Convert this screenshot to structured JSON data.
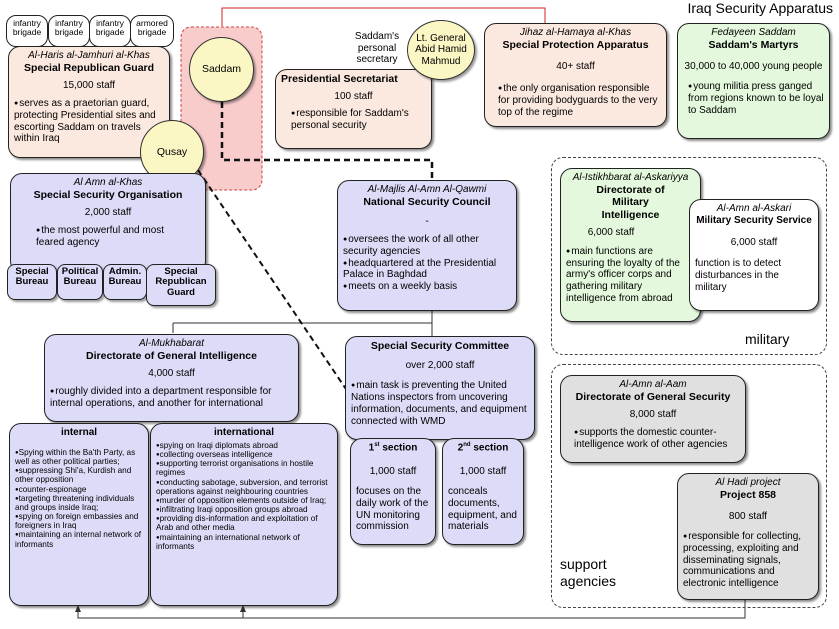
{
  "title": "Iraq Security Apparatus",
  "brigades": [
    "infantry brigade",
    "infantry brigade",
    "infantry brigade",
    "armored brigade"
  ],
  "srg": {
    "arabic": "Al-Haris al-Jamhuri al-Khas",
    "name": "Special Republican Guard",
    "staff": "15,000 staff",
    "bullet": "serves as a praetorian guard, protecting Presidential sites and escorting Saddam on travels within Iraq"
  },
  "saddam": "Saddam",
  "qusay": "Qusay",
  "secretary": {
    "label": "Saddam's personal secretary",
    "name": "Lt. General Abid Hamid Mahmud"
  },
  "pres_sec": {
    "name": "Presidential Secretariat",
    "staff": "100 staff",
    "bullet": "responsible for Saddam's personal security"
  },
  "spa": {
    "arabic": "Jihaz al-Hamaya al-Khas",
    "name": "Special Protection Apparatus",
    "staff": "40+ staff",
    "bullet": "the only organisation responsible for providing bodyguards to the very top of the regime"
  },
  "fedayeen": {
    "arabic": "Fedayeen Saddam",
    "name": "Saddam's Martyrs",
    "staff": "30,000 to 40,000 young people",
    "bullet": "young militia press ganged from regions known to be loyal to Saddam"
  },
  "sso": {
    "arabic": "Al Amn al-Khas",
    "name": "Special Security Organisation",
    "staff": "2,000 staff",
    "bullet": "the most powerful and most feared agency",
    "units": [
      "Special Bureau",
      "Political Bureau",
      "Admin. Bureau",
      "Special Republican Guard"
    ]
  },
  "nsc": {
    "arabic": "Al-Majlis Al-Amn Al-Qawmi",
    "name": "National Security Council",
    "dash": "-",
    "bullets": [
      "oversees the work of all other security agencies",
      "headquartered at the Presidential Palace in Baghdad",
      "meets on a weekly basis"
    ]
  },
  "dmi": {
    "arabic": "Al-Istikhbarat al-Askariyya",
    "name": "Directorate of Military Intelligence",
    "staff": "6,000 staff",
    "bullet": "main functions are ensuring the loyalty of the army's officer corps and gathering military intelligence from abroad"
  },
  "mss": {
    "arabic": "Al-Amn al-Askari",
    "name": "Military Security Service",
    "staff": "6,000 staff",
    "text": "function is to detect disturbances in the military"
  },
  "military_label": "military",
  "dgi": {
    "arabic": "Al-Mukhabarat",
    "name": "Directorate of General Intelligence",
    "staff": "4,000 staff",
    "bullet": "roughly divided into a department responsible for internal operations, and another for international"
  },
  "internal": {
    "title": "internal",
    "items": [
      "Spying within the Ba'th Party, as well as other political parties;",
      "suppressing Shi'a, Kurdish and other opposition",
      "counter-espionage",
      "targeting threatening individuals and groups inside Iraq;",
      "spying on foreign embassies and foreigners in Iraq",
      "maintaining an internal network of informants"
    ]
  },
  "international": {
    "title": "international",
    "items": [
      "spying on Iraqi diplomats abroad",
      "collecting overseas intelligence",
      "supporting terrorist organisations in hostile regimes",
      "conducting sabotage, subversion, and terrorist operations against neighbouring countries",
      "murder of opposition elements outside of Iraq;",
      "infiltrating Iraqi opposition groups abroad",
      "providing dis-information and exploitation of Arab and other media",
      "maintaining an international network of informants"
    ]
  },
  "ssc": {
    "name": "Special Security Committee",
    "staff": "over 2,000 staff",
    "bullet": "main task is preventing the United Nations inspectors from uncovering information, documents, and equipment connected with WMD"
  },
  "sec1": {
    "num": "1",
    "sup": "st",
    "word": " section",
    "staff": "1,000 staff",
    "text": "focuses on the daily work of the UN monitoring commission"
  },
  "sec2": {
    "num": "2",
    "sup": "nd",
    "word": " section",
    "staff": "1,000 staff",
    "text": "conceals documents, equipment, and materials"
  },
  "dgs": {
    "arabic": "Al-Amn al-Aam",
    "name": "Directorate of General Security",
    "staff": "8,000 staff",
    "bullet": "supports the domestic counter-intelligence work of other agencies"
  },
  "p858": {
    "arabic": "Al Hadi project",
    "name": "Project 858",
    "staff": "800 staff",
    "bullet": "responsible for collecting, processing, exploiting and disseminating signals, communications and electronic intelligence"
  },
  "support_label": "support agencies",
  "colors": {
    "blue": "#dcdcf8",
    "peach": "#fbe9df",
    "green": "#e3f8dc",
    "grey": "#e0e0e0",
    "yellow": "#fbf7c4",
    "pink": "#f8c8c8",
    "red": "#cc0000"
  }
}
